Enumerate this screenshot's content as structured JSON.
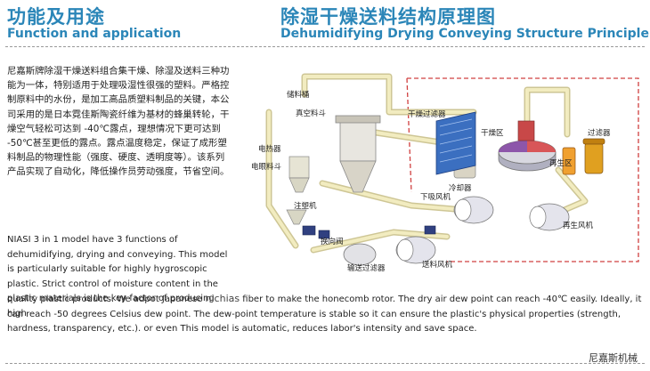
{
  "left": {
    "title_cn": "功能及用途",
    "title_en": "Function and application"
  },
  "right": {
    "title_cn": "除湿干燥送料结构原理图",
    "title_en": "Dehumidifying Drying Conveying Structure Principle"
  },
  "body": {
    "cn": "尼嘉斯牌除湿干燥送料组合集干燥、除湿及送料三种功能为一体，特别适用于处理吸湿性很强的塑料。严格控制原料中的水份，是加工高品质塑料制品的关键，本公司采用的是日本霓佳斯陶瓷纤维为基材的蜂巢转轮，干燥空气轻松可达到 -40℃露点，理想情况下更可达到 -50℃甚至更低的露点。露点温度稳定，保证了成形塑料制品的物理性能（强度、硬度、透明度等）。该系列产品实现了自动化，降低操作员劳动强度，节省空间。",
    "en_narrow": "NIASI 3 in 1 model have 3 functions of dehumidifying, drying and conveying. This model is particularly suitable for highly hygroscopic plastic. Strict control of moisture content in the plastic materials is the key factor of producing high",
    "en_wide_before": "quality plastic products. We adpot Japanese ",
    "en_wide_brand": "nichias",
    "en_wide_after": " fiber to make the honecomb rotor. The dry air dew point can reach -40℃ easily. Ideally, it can reach -50 degrees Celsius dew point. The dew-point temperature is stable so it can ensure the plastic's physical properties (strength, hardness, transparency, etc.). or even This model is automatic, reduces labor's intensity and save space."
  },
  "diagram_labels": {
    "hopper": "储料桶",
    "vacuum_hopper": "真空料斗",
    "dry_filter": "干燥过滤器",
    "dry_zone": "干燥区",
    "filter": "过滤器",
    "heater": "电热器",
    "electric_hopper": "电眼料斗",
    "regen_zone": "再生区",
    "cooler": "冷却器",
    "injection": "注塑机",
    "dry_blower": "下吸风机",
    "regen_blower": "再生风机",
    "valve": "换向阀",
    "delivery_filter": "输送过滤器",
    "delivery_blower": "送料风机"
  },
  "footer": {
    "brand": "尼嘉斯机械"
  },
  "colors": {
    "heading": "#2b86b8",
    "pipe": "#e8e0a0",
    "dash_border": "#d04040"
  }
}
